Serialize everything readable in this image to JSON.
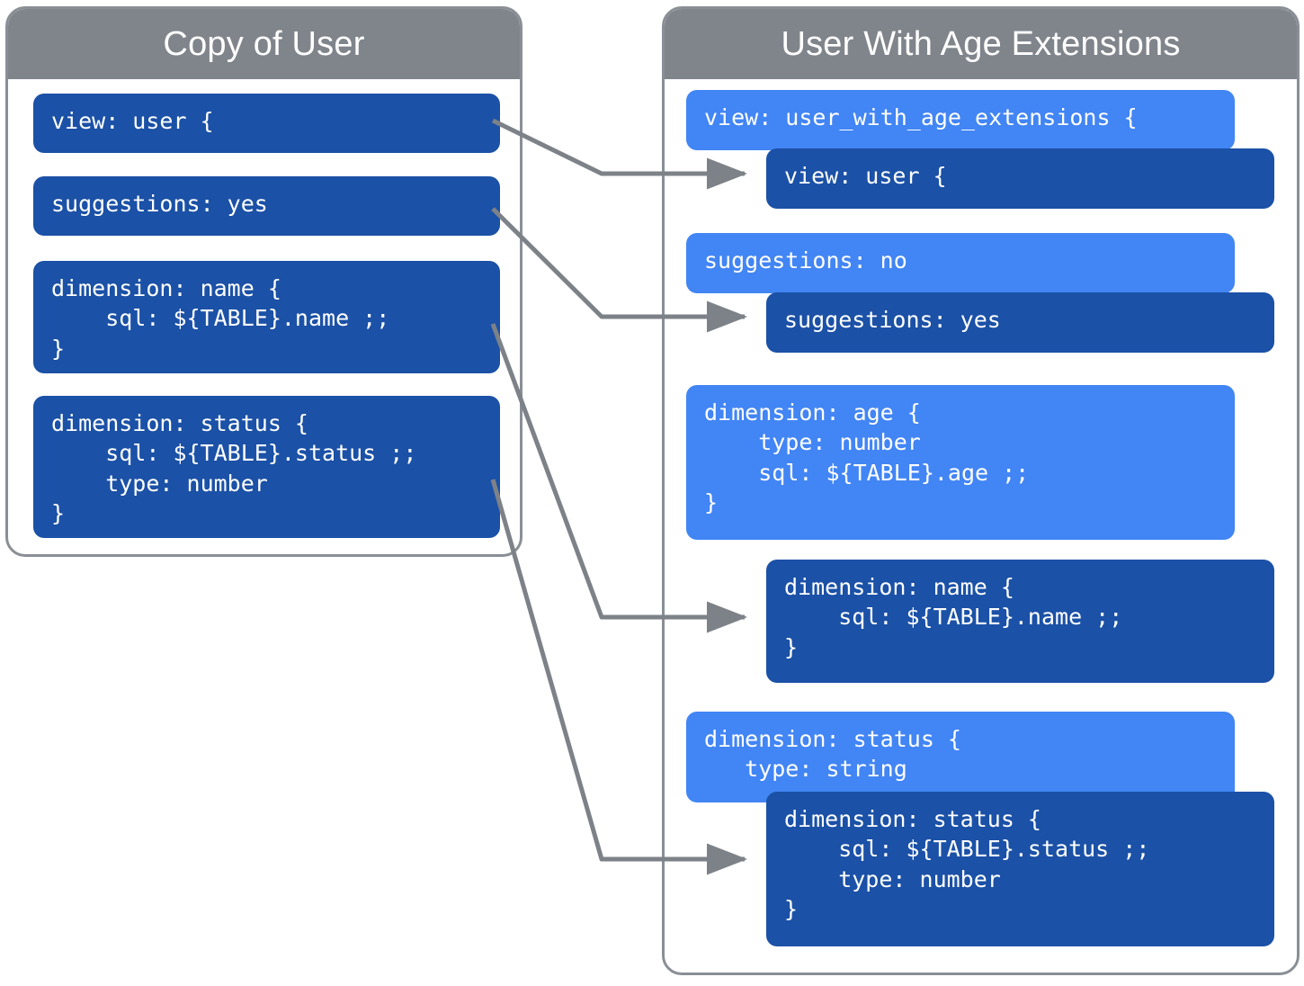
{
  "diagram": {
    "title_left": "Copy of User",
    "title_right": "User With Age Extensions",
    "colors": {
      "base_block": "#1b51a6",
      "extension_block": "#4285f4",
      "panel_header": "#80858c",
      "panel_border": "#8a8f96",
      "connector": "#7d8288",
      "canvas": "#ffffff"
    }
  },
  "left_panel": {
    "title": "Copy of User",
    "blocks": [
      {
        "name": "view-declaration",
        "variant": "dark",
        "code": "view: user {"
      },
      {
        "name": "suggestions-setting",
        "variant": "dark",
        "code": "suggestions: yes"
      },
      {
        "name": "dimension-name",
        "variant": "dark",
        "code": "dimension: name {\n    sql: ${TABLE}.name ;;\n}"
      },
      {
        "name": "dimension-status",
        "variant": "dark",
        "code": "dimension: status {\n    sql: ${TABLE}.status ;;\n    type: number\n}"
      }
    ]
  },
  "right_panel": {
    "title": "User With Age Extensions",
    "blocks": [
      {
        "name": "view-declaration-extension",
        "variant": "light",
        "code": "view: user_with_age_extensions {"
      },
      {
        "name": "view-declaration-inherited",
        "variant": "dark",
        "code": "view: user {"
      },
      {
        "name": "suggestions-override",
        "variant": "light",
        "code": "suggestions: no"
      },
      {
        "name": "suggestions-inherited",
        "variant": "dark",
        "code": "suggestions: yes"
      },
      {
        "name": "dimension-age-new",
        "variant": "light",
        "code": "dimension: age {\n    type: number\n    sql: ${TABLE}.age ;;\n}"
      },
      {
        "name": "dimension-name-inherited",
        "variant": "dark",
        "code": "dimension: name {\n    sql: ${TABLE}.name ;;\n}"
      },
      {
        "name": "dimension-status-override",
        "variant": "light",
        "code": "dimension: status {\n   type: string"
      },
      {
        "name": "dimension-status-inherited",
        "variant": "dark",
        "code": "dimension: status {\n    sql: ${TABLE}.status ;;\n    type: number\n}"
      }
    ]
  },
  "connections": [
    {
      "name": "connector-view",
      "from": "view-declaration",
      "to": "view-declaration-inherited"
    },
    {
      "name": "connector-suggestions",
      "from": "suggestions-setting",
      "to": "suggestions-inherited"
    },
    {
      "name": "connector-dimension-name",
      "from": "dimension-name",
      "to": "dimension-name-inherited"
    },
    {
      "name": "connector-dimension-status",
      "from": "dimension-status",
      "to": "dimension-status-inherited"
    }
  ]
}
